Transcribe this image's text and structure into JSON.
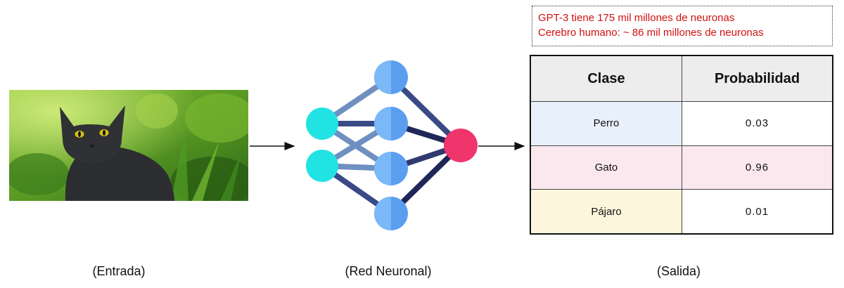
{
  "note": {
    "line1": "GPT-3 tiene 175 mil millones de neuronas",
    "line2": "Cerebro humano: ~ 86 mil millones de neuronas"
  },
  "table": {
    "header": {
      "clase": "Clase",
      "probabilidad": "Probabilidad"
    },
    "rows": [
      {
        "clase": "Perro",
        "probabilidad": "0.03",
        "color": "#e8f0fb"
      },
      {
        "clase": "Gato",
        "probabilidad": "0.96",
        "color": "#fbe8ee"
      },
      {
        "clase": "Pájaro",
        "probabilidad": "0.01",
        "color": "#fdf6dd"
      }
    ]
  },
  "captions": {
    "input": "(Entrada)",
    "network": "(Red Neuronal)",
    "output": "(Salida)"
  },
  "colors": {
    "input_node": "#22e3e3",
    "hidden_node": "#5b9ef0",
    "output_node": "#f0346c",
    "edge_light": "#6e8fc0",
    "edge_dark": "#2f3a6e",
    "note_text": "#d01010"
  }
}
